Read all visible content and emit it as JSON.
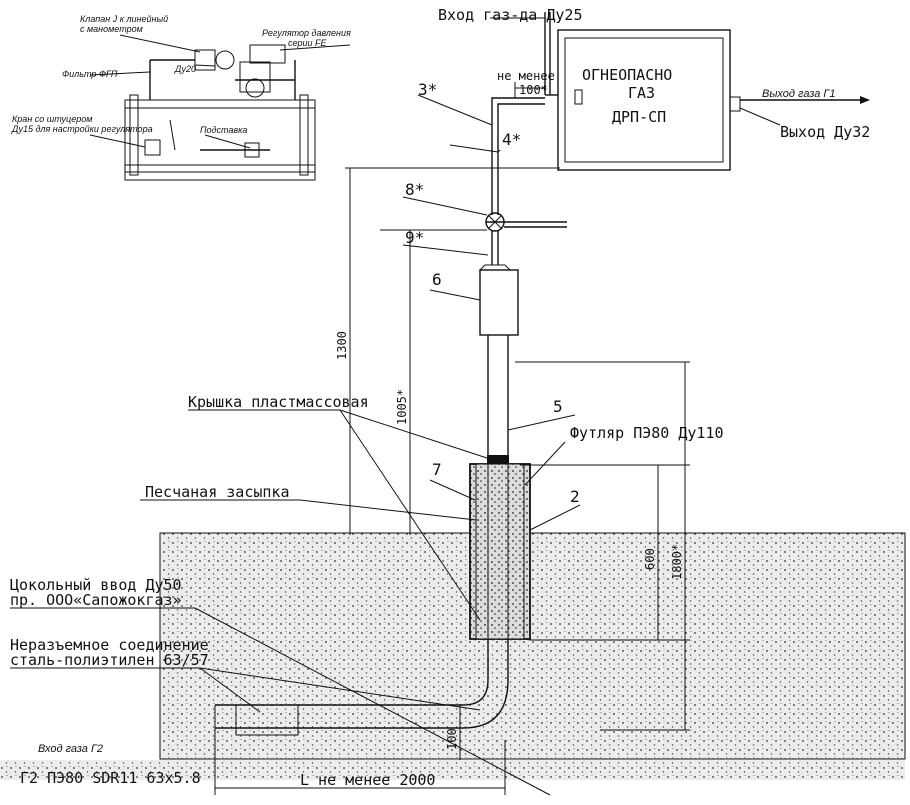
{
  "cabinet": {
    "line1": "ОГНЕОПАСНО",
    "line2": "ГАЗ",
    "line3": "ДРП-СП"
  },
  "labels": {
    "gas_inlet_top": "Вход газ-да Ду25",
    "not_less": "не менее",
    "not_less_value": "100*",
    "gas_outlet_g1": "Выход газа Г1",
    "outlet_du32": "Выход Ду32",
    "cover_plastic": "Крышка пластмассовая",
    "casing": "Футляр ПЭ80 Ду110",
    "sand_backfill": "Песчаная засыпка",
    "socle_inlet_1": "Цокольный ввод Ду50",
    "socle_inlet_2": "пр. ООО«Сапожокгаз»",
    "joint_1": "Неразъемное соединение",
    "joint_2": "сталь-полиэтилен 63/57",
    "gas_inlet_g2": "Вход газа Г2",
    "pipe_spec": "Г2 ПЭ80 SDR11 63х5.8",
    "l_not_less": "L не менее 2000"
  },
  "callouts": {
    "n3": "3*",
    "n4": "4*",
    "n8": "8*",
    "n9": "9*",
    "n6": "6",
    "n5": "5",
    "n7": "7",
    "n2": "2"
  },
  "dimensions": {
    "d1300": "1300",
    "d1005": "1005*",
    "d600": "600",
    "d1800": "1800*",
    "d100": "100"
  },
  "inset": {
    "valve": "Клапан Ј к линейный",
    "valve2": "с манометром",
    "regulator": "Регулятор давления",
    "regulator2": "серии FE",
    "du20": "Ду20",
    "filter": "Фильтр ФГП",
    "tap": "Кран со штуцером",
    "tap2": "Ду15 для настройки регулятора",
    "stand": "Подставка"
  },
  "colors": {
    "ink": "#111111",
    "ground_fill": "#e8e8e8",
    "paper": "#ffffff"
  }
}
